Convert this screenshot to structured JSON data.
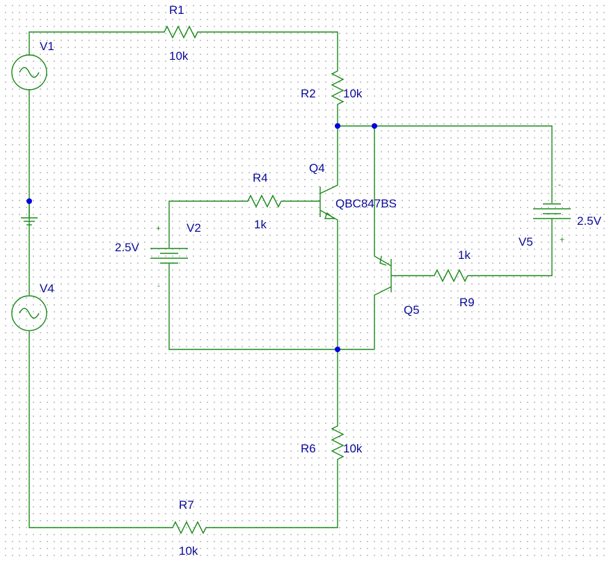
{
  "components": {
    "V1": {
      "name": "V1"
    },
    "V4": {
      "name": "V4"
    },
    "V2": {
      "name": "V2",
      "value": "2.5V",
      "plus": "+",
      "minus": "-"
    },
    "V5": {
      "name": "V5",
      "value": "2.5V",
      "plus": "+",
      "minus": "-"
    },
    "R1": {
      "name": "R1",
      "value": "10k"
    },
    "R2": {
      "name": "R2",
      "value": "10k"
    },
    "R4": {
      "name": "R4",
      "value": "1k"
    },
    "R6": {
      "name": "R6",
      "value": "10k"
    },
    "R7": {
      "name": "R7",
      "value": "10k"
    },
    "R9": {
      "name": "R9",
      "value": "1k"
    },
    "Q4": {
      "name": "Q4",
      "model": "QBC847BS"
    },
    "Q5": {
      "name": "Q5"
    }
  },
  "colors": {
    "wire": "#1a8a1a",
    "label": "#0a0a9a",
    "junction": "#0000e0"
  }
}
